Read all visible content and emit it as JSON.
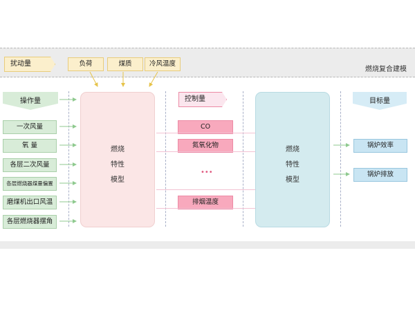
{
  "title": "燃烧复合建模",
  "disturbance": {
    "header": "扰动量",
    "items": [
      "负荷",
      "煤质",
      "冷风温度"
    ]
  },
  "operation": {
    "header": "操作量",
    "items": [
      "一次风量",
      "氧 量",
      "各层二次风量",
      "各层燃烧器煤量偏置",
      "磨煤机出口风温",
      "各层燃烧器摆角"
    ]
  },
  "model_left": {
    "lines": [
      "燃烧",
      "特性",
      "模型"
    ]
  },
  "control": {
    "header": "控制量",
    "items": [
      "CO",
      "氮氧化物",
      "排烟温度"
    ],
    "ellipsis": "•••"
  },
  "model_right": {
    "lines": [
      "燃烧",
      "特性",
      "模型"
    ]
  },
  "target": {
    "header": "目标量",
    "items": [
      "锅炉效率",
      "锅炉排放"
    ]
  },
  "colors": {
    "green": "#8fca8f",
    "yellow": "#e8cc7b",
    "pink": "#ec8aa5",
    "blue": "#98c6de",
    "model_left_fill": "#fbe6e6",
    "model_right_fill": "#d4ebef"
  }
}
